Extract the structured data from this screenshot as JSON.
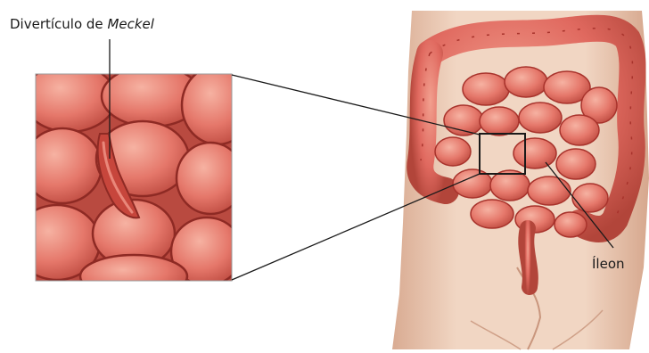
{
  "labels": {
    "diverticulum_prefix": "Divertículo de ",
    "diverticulum_name": "Meckel",
    "ileum": "Íleon"
  },
  "colors": {
    "background": "#ffffff",
    "skin": "#efd2bd",
    "skin_shadow": "#dcae94",
    "intestine": "#e0695f",
    "intestine_light": "#f2a08f",
    "intestine_dark": "#a8332c",
    "outline": "#1a1a1a"
  }
}
